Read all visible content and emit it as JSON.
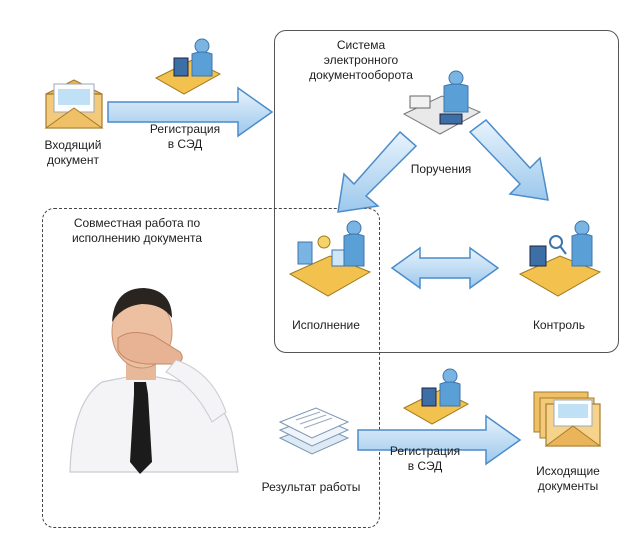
{
  "incoming_document": "Входящий\nдокумент",
  "registration_top": "Регистрация\nв СЭД",
  "system_title": "Система\nэлектронного\nдокументооборота",
  "orders": "Поручения",
  "execution": "Исполнение",
  "control": "Контроль",
  "coop_title": "Совместная работа по\nисполнению документа",
  "work_result": "Результат работы",
  "registration_bottom": "Регистрация\nв СЭД",
  "outgoing_documents": "Исходящие\nдокументы",
  "colors": {
    "arrow_light": "#cfe6f7",
    "arrow_dark": "#5b9bd5",
    "desk": "#f2c14e",
    "person": "#5a9fd6"
  }
}
